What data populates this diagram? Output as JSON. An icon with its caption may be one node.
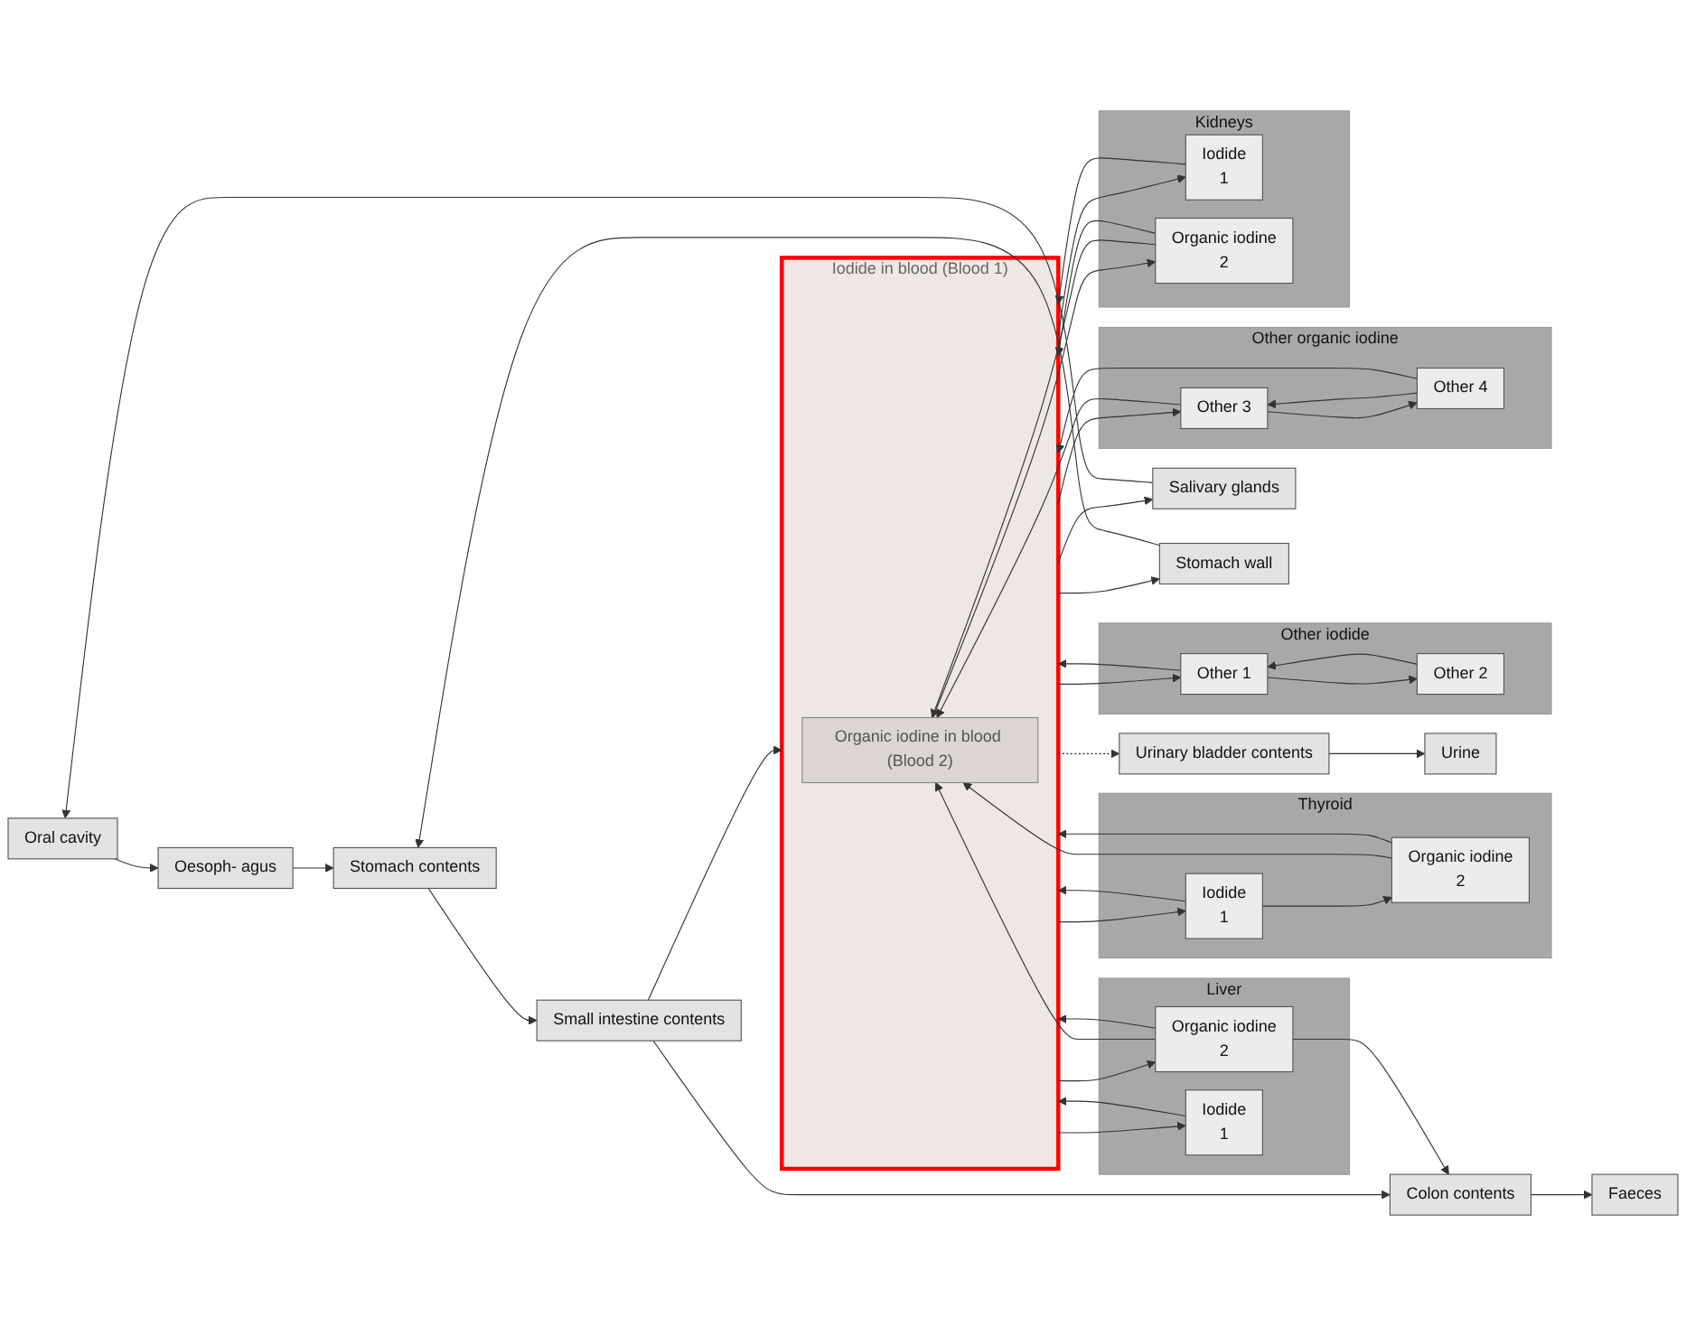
{
  "diagram": {
    "nodes": [
      {
        "text": [
          "Oral cavity"
        ]
      },
      {
        "text": [
          "Salivary glands"
        ]
      },
      {
        "text": [
          "Oesoph- agus"
        ]
      },
      {
        "text": [
          "Stomach contents"
        ]
      },
      {
        "text": [
          "Stomach wall"
        ]
      },
      {
        "text": [
          "Iodide in blood (Blood 1)"
        ]
      },
      {
        "text": [
          "Organic iodine in blood (Blood 2)"
        ],
        "in": 5
      },
      {
        "text": [
          "Thyroid"
        ]
      },
      {
        "text": [
          "Iodide",
          "1"
        ],
        "in": 7
      },
      {
        "text": [
          "Organic iodine",
          "2"
        ],
        "in": 7
      },
      {
        "text": [
          "Small intestine contents"
        ]
      },
      {
        "text": [
          "Liver"
        ]
      },
      {
        "text": [
          "Organic iodine",
          "2"
        ],
        "in": 11
      },
      {
        "text": [
          "Iodide",
          "1"
        ],
        "in": 11
      },
      {
        "text": [
          "Other iodide"
        ]
      },
      {
        "text": [
          "Other 1"
        ],
        "in": 14
      },
      {
        "text": [
          "Other 2"
        ],
        "in": 14
      },
      {
        "text": [
          "Colon contents"
        ]
      },
      {
        "text": [
          "Other organic iodine"
        ]
      },
      {
        "text": [
          "Other 3"
        ],
        "in": 18
      },
      {
        "text": [
          "Other 4"
        ],
        "in": 18
      },
      {
        "text": [
          "Kidneys"
        ]
      },
      {
        "text": [
          "Iodide",
          "1"
        ],
        "in": 21
      },
      {
        "text": [
          "Organic iodine",
          "2"
        ],
        "in": 21
      },
      {
        "text": [
          "Urinary bladder contents"
        ]
      },
      {
        "text": [
          "Faeces"
        ]
      },
      {
        "text": [
          "Urine"
        ]
      }
    ],
    "edges": [
      {
        "from": 5,
        "to": 1,
        "arrow": "to"
      },
      {
        "from": 1,
        "to": 0,
        "arrow": "to"
      },
      {
        "from": 0,
        "to": 2,
        "arrow": "to"
      },
      {
        "from": 2,
        "to": 3,
        "arrow": "to"
      },
      {
        "from": 5,
        "to": 4,
        "arrow": "to"
      },
      {
        "from": 4,
        "to": 3,
        "arrow": "to"
      },
      {
        "from": 3,
        "to": 10,
        "arrow": "to"
      },
      {
        "from": 10,
        "to": 5,
        "arrow": "to"
      },
      {
        "from": 10,
        "to": 17,
        "arrow": "to"
      },
      {
        "from": 12,
        "to": 17,
        "arrow": "to"
      },
      {
        "from": 12,
        "to": 5,
        "arrow": "to"
      },
      {
        "from": 12,
        "to": 6,
        "arrow": "to"
      },
      {
        "from": 5,
        "to": 12,
        "arrow": "to"
      },
      {
        "from": 13,
        "to": 5,
        "arrow": "to"
      },
      {
        "from": 5,
        "to": 13,
        "arrow": "to"
      },
      {
        "from": 5,
        "to": 8,
        "arrow": "to"
      },
      {
        "from": 8,
        "to": 5,
        "arrow": "to"
      },
      {
        "from": 8,
        "to": 9,
        "arrow": "to"
      },
      {
        "from": 9,
        "to": 5,
        "arrow": "to"
      },
      {
        "from": 9,
        "to": 6,
        "arrow": "to"
      },
      {
        "from": 5,
        "to": 15,
        "arrow": "to"
      },
      {
        "from": 15,
        "to": 5,
        "arrow": "to"
      },
      {
        "from": 15,
        "to": 16,
        "arrow": "to"
      },
      {
        "from": 16,
        "to": 15,
        "arrow": "to"
      },
      {
        "from": 5,
        "to": 19,
        "arrow": "to"
      },
      {
        "from": 19,
        "to": 6,
        "arrow": "to"
      },
      {
        "from": 19,
        "to": 20,
        "arrow": "to"
      },
      {
        "from": 20,
        "to": 19,
        "arrow": "to"
      },
      {
        "from": 20,
        "to": 5,
        "arrow": "to"
      },
      {
        "from": 5,
        "to": 24,
        "arrow": "to",
        "style": "dashed"
      },
      {
        "from": 5,
        "to": 22,
        "arrow": "to"
      },
      {
        "from": 22,
        "to": 5,
        "arrow": "to"
      },
      {
        "from": 23,
        "to": 6,
        "arrow": "to"
      },
      {
        "from": 6,
        "to": 23,
        "arrow": "to"
      },
      {
        "from": 23,
        "to": 5,
        "arrow": "to"
      },
      {
        "from": 24,
        "to": 26,
        "arrow": "to"
      },
      {
        "from": 17,
        "to": 25,
        "arrow": "to"
      }
    ]
  }
}
